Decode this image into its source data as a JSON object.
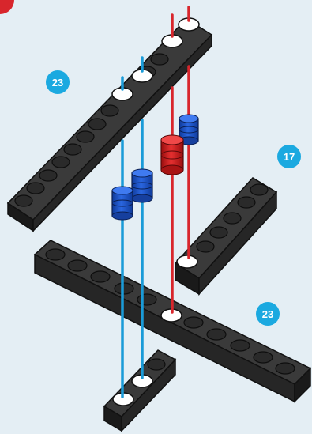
{
  "badges": {
    "top_left": "23",
    "right": "17",
    "bottom_right": "23"
  },
  "colors": {
    "background": "#e4eef4",
    "badge": "#1ba9e0",
    "brick": "#262626",
    "blue_axle": "#1a9bd8",
    "red_axle": "#d8262c",
    "blue_bushing": "#1f55c8",
    "red_bushing": "#d21c1c"
  }
}
